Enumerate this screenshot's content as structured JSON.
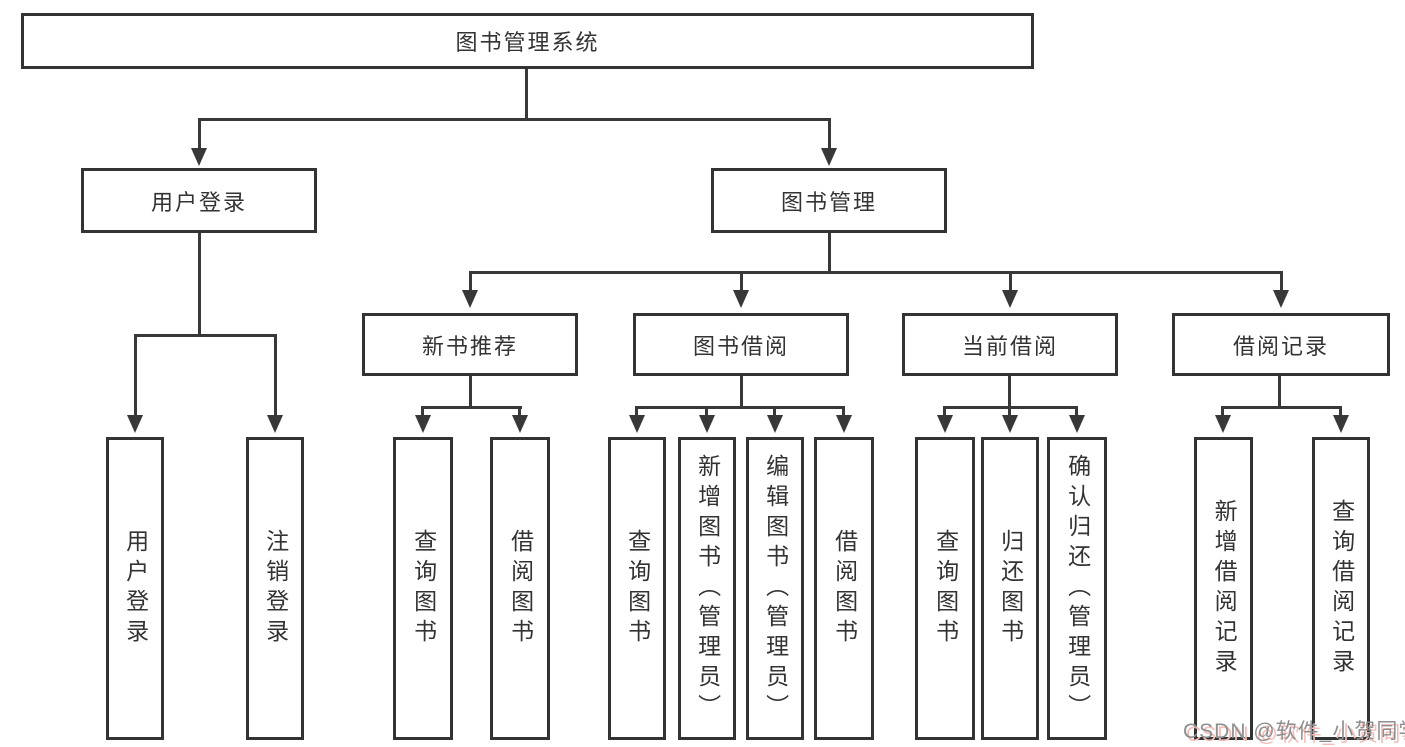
{
  "tree": {
    "label": "图书管理系统",
    "children": [
      {
        "label": "用户登录",
        "children": [
          {
            "label": "用户登录"
          },
          {
            "label": "注销登录"
          }
        ]
      },
      {
        "label": "图书管理",
        "children": [
          {
            "label": "新书推荐",
            "children": [
              {
                "label": "查询图书"
              },
              {
                "label": "借阅图书"
              }
            ]
          },
          {
            "label": "图书借阅",
            "children": [
              {
                "label": "查询图书"
              },
              {
                "label": "新增图书（管理员）"
              },
              {
                "label": "编辑图书（管理员）"
              },
              {
                "label": "借阅图书"
              }
            ]
          },
          {
            "label": "当前借阅",
            "children": [
              {
                "label": "查询图书"
              },
              {
                "label": "归还图书"
              },
              {
                "label": "确认归还（管理员）"
              }
            ]
          },
          {
            "label": "借阅记录",
            "children": [
              {
                "label": "新增借阅记录"
              },
              {
                "label": "查询借阅记录"
              }
            ]
          }
        ]
      }
    ]
  },
  "watermark": {
    "text": "CSDN @软件_小贺同学"
  },
  "colors": {
    "line": "#383838",
    "box_border": "#333333",
    "text": "#333333",
    "background": "#ffffff",
    "watermark_text": "#8f8f8f",
    "watermark_shadow": "#f3bdb9"
  }
}
